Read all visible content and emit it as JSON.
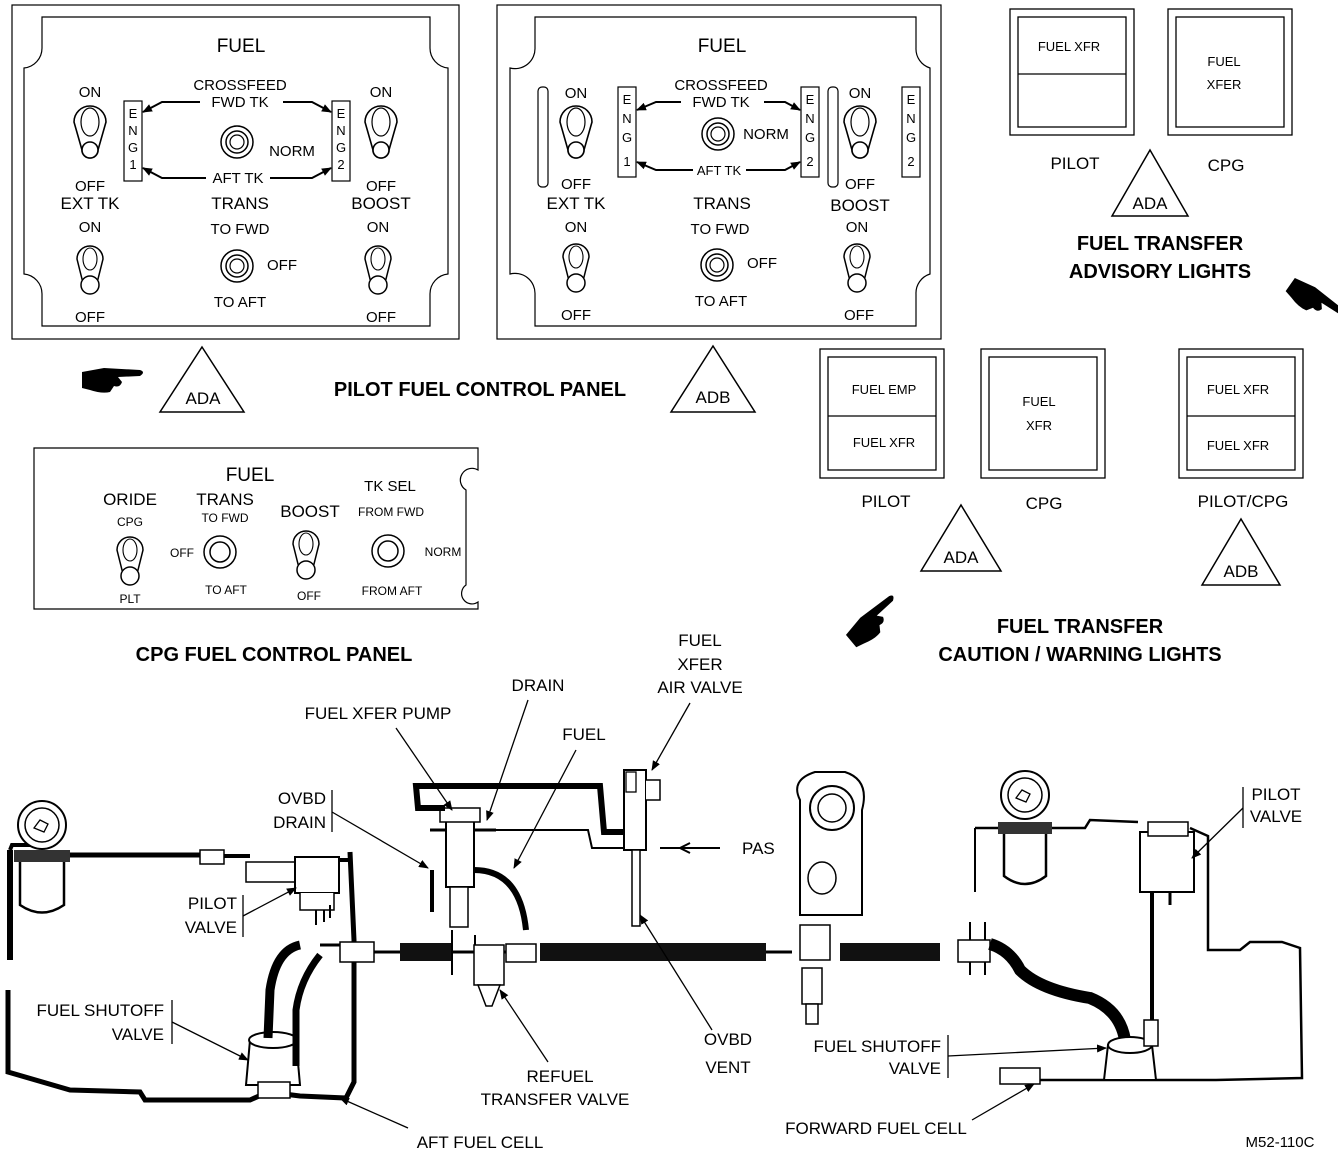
{
  "pilot_panel_ada": {
    "title": "FUEL",
    "on_left": "ON",
    "off_left": "OFF",
    "on_right": "ON",
    "off_right": "OFF",
    "crossfeed": "CROSSFEED",
    "fwd_tk": "FWD TK",
    "aft_tk": "AFT TK",
    "norm": "NORM",
    "eng1": [
      "E",
      "N",
      "G",
      "1"
    ],
    "eng2": [
      "E",
      "N",
      "G",
      "2"
    ],
    "ext_tk": "EXT TK",
    "trans": "TRANS",
    "boost": "BOOST",
    "ext_on": "ON",
    "ext_off": "OFF",
    "to_fwd": "TO FWD",
    "to_aft": "TO AFT",
    "trans_off": "OFF",
    "boost_on": "ON",
    "boost_off": "OFF"
  },
  "pilot_panel_adb": {
    "title": "FUEL",
    "on_left": "ON",
    "off_left": "OFF",
    "on_right": "ON",
    "off_right": "OFF",
    "crossfeed": "CROSSFEED",
    "fwd_tk": "FWD TK",
    "aft_tk": "AFT TK",
    "norm": "NORM",
    "eng1": [
      "E",
      "N",
      "G",
      "1"
    ],
    "eng2": [
      "E",
      "N",
      "G",
      "2"
    ],
    "eng2b": [
      "E",
      "N",
      "G",
      "2"
    ],
    "ext_tk": "EXT TK",
    "trans": "TRANS",
    "boost": "BOOST",
    "ext_on": "ON",
    "ext_off": "OFF",
    "to_fwd": "TO FWD",
    "to_aft": "TO AFT",
    "trans_off": "OFF",
    "boost_on": "ON",
    "boost_off": "OFF"
  },
  "pilot_panel_caption": "PILOT FUEL CONTROL PANEL",
  "ada": "ADA",
  "adb": "ADB",
  "advisory": {
    "pilot_light": "FUEL XFR",
    "cpg_light": [
      "FUEL",
      "XFER"
    ],
    "pilot": "PILOT",
    "cpg": "CPG",
    "caption": [
      "FUEL TRANSFER",
      "ADVISORY LIGHTS"
    ]
  },
  "caution": {
    "pilot_top": "FUEL EMP",
    "pilot_bottom": "FUEL XFR",
    "cpg_light": [
      "FUEL",
      "XFR"
    ],
    "pilotcpg_top": "FUEL XFR",
    "pilotcpg_bottom": "FUEL XFR",
    "pilot": "PILOT",
    "cpg": "CPG",
    "pilotcpg": "PILOT/CPG",
    "caption": [
      "FUEL TRANSFER",
      "CAUTION / WARNING LIGHTS"
    ]
  },
  "cpg_panel": {
    "title": "FUEL",
    "oride": "ORIDE",
    "cpg": "CPG",
    "plt": "PLT",
    "trans": "TRANS",
    "to_fwd": "TO FWD",
    "to_aft": "TO AFT",
    "off": "OFF",
    "boost": "BOOST",
    "boost_off": "OFF",
    "tk_sel": "TK SEL",
    "from_fwd": "FROM FWD",
    "from_aft": "FROM AFT",
    "norm": "NORM",
    "caption": "CPG FUEL CONTROL PANEL"
  },
  "system": {
    "fuel_xfer_air_valve": [
      "FUEL",
      "XFER",
      "AIR VALVE"
    ],
    "drain": "DRAIN",
    "fuel_xfer_pump": "FUEL XFER PUMP",
    "fuel": "FUEL",
    "ovbd_drain": [
      "OVBD",
      "DRAIN"
    ],
    "pas": "PAS",
    "pilot_valve_left": [
      "PILOT",
      "VALVE"
    ],
    "pilot_valve_right": [
      "PILOT",
      "VALVE"
    ],
    "fuel_shutoff_left": [
      "FUEL SHUTOFF",
      "VALVE"
    ],
    "fuel_shutoff_right": [
      "FUEL SHUTOFF",
      "VALVE"
    ],
    "refuel_transfer_valve": [
      "REFUEL",
      "TRANSFER VALVE"
    ],
    "ovbd_vent": [
      "OVBD",
      "VENT"
    ],
    "aft_fuel_cell": "AFT FUEL CELL",
    "forward_fuel_cell": "FORWARD FUEL CELL",
    "figure_id": "M52-110C"
  }
}
